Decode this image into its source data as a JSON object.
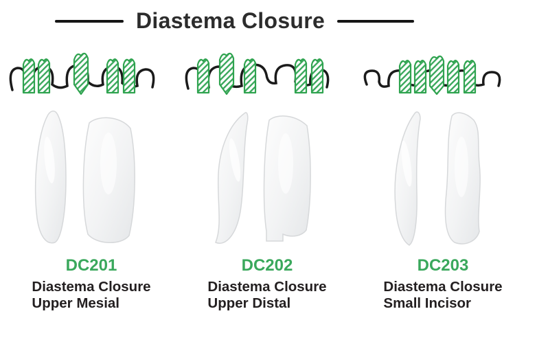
{
  "title": "Diastema Closure",
  "accent_color": "#3aa85c",
  "products": [
    {
      "code": "DC201",
      "name_line1": "Diastema Closure",
      "name_line2": "Upper Mesial"
    },
    {
      "code": "DC202",
      "name_line1": "Diastema Closure",
      "name_line2": "Upper Distal"
    },
    {
      "code": "DC203",
      "name_line1": "Diastema Closure",
      "name_line2": "Small Incisor"
    }
  ]
}
